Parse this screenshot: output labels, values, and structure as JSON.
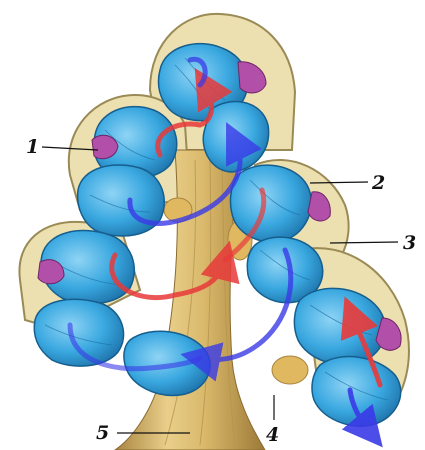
{
  "labels": {
    "l1": "1",
    "l2": "2",
    "l3": "3",
    "l4": "4",
    "l5": "5"
  },
  "colors": {
    "chamber_blue": "#3aa8e0",
    "chamber_dark": "#1b6fa6",
    "capsule_wall": "#ece0b0",
    "capsule_edge": "#9a8a55",
    "sensory_patch": "#b24fa8",
    "trunk": "#d9b86a",
    "trunk_dark": "#a88540",
    "flow_arrow_red": "#e83a3a",
    "flow_arrow_blue": "#3a3ae8"
  }
}
